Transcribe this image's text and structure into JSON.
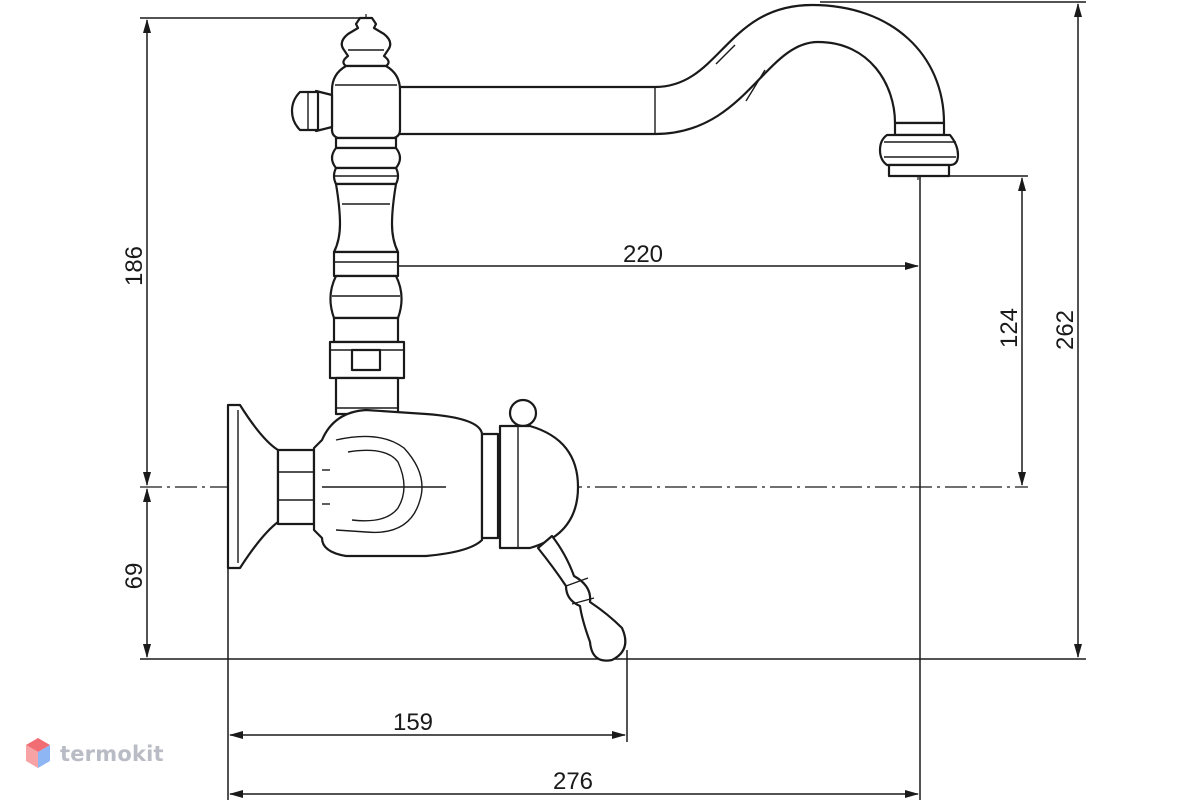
{
  "dimensions": {
    "height_186": "186",
    "reach_220": "220",
    "outlet_124": "124",
    "total_262": "262",
    "bottom_69": "69",
    "lever_159": "159",
    "total_276": "276"
  },
  "brand": {
    "name": "termokit",
    "colors": {
      "red": "#f0535a",
      "blue": "#6a9df0",
      "text": "#b9bcc4"
    }
  }
}
